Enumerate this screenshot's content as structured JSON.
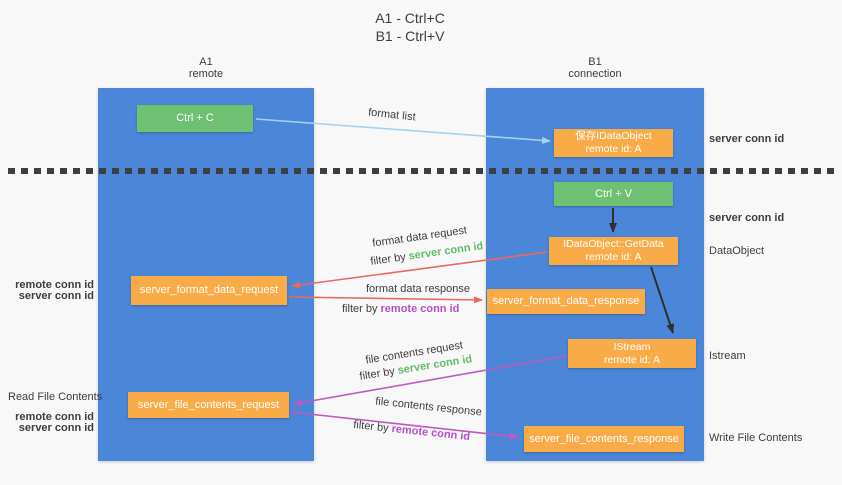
{
  "title": {
    "line1": "A1 - Ctrl+C",
    "line2": "B1 - Ctrl+V"
  },
  "columns": {
    "a": {
      "name": "A1",
      "role": "remote"
    },
    "b": {
      "name": "B1",
      "role": "connection"
    }
  },
  "nodes": {
    "ctrl_c": {
      "label": "Ctrl + C"
    },
    "save_idataobject": {
      "line1": "保存IDataObject",
      "line2": "remote id: A"
    },
    "ctrl_v": {
      "label": "Ctrl + V"
    },
    "getdata": {
      "line1": "IDataObject::GetData",
      "line2": "remote id: A"
    },
    "format_request": {
      "label": "server_format_data_request"
    },
    "format_response": {
      "label": "server_format_data_response"
    },
    "istream": {
      "line1": "IStream",
      "line2": "remote id: A"
    },
    "file_request": {
      "label": "server_file_contents_request"
    },
    "file_response": {
      "label": "server_file_contents_response"
    }
  },
  "flow_labels": {
    "format_list": "format list",
    "format_data_request": "format data request",
    "format_data_request_filter": {
      "prefix": "filter by ",
      "id": "server conn id"
    },
    "format_data_response": "format data response",
    "format_data_response_filter": {
      "prefix": "filter by ",
      "id": "remote conn id"
    },
    "file_contents_request": "file contents request",
    "file_contents_request_filter": {
      "prefix": "filter by ",
      "id": "server conn id"
    },
    "file_contents_response": "file contents response",
    "file_contents_response_filter": {
      "prefix": "filter by ",
      "id": "remote conn id"
    }
  },
  "side_labels": {
    "left": {
      "format_remote_conn_id": "remote conn id",
      "format_server_conn_id": "server conn id",
      "read_file_contents": "Read File Contents",
      "file_remote_conn_id": "remote conn id",
      "file_server_conn_id": "server conn id"
    },
    "right": {
      "server_conn_id_top": "server conn id",
      "server_conn_id_mid": "server conn id",
      "dataobject": "DataObject",
      "istream": "Istream",
      "write_file_contents": "Write File Contents"
    }
  },
  "colors": {
    "column_blue": "#4b86d8",
    "box_green": "#6fc073",
    "box_orange": "#f8ab47",
    "arrow_blue": "#a6d2f0",
    "arrow_black": "#2f2f2f",
    "arrow_red": "#e86a5e",
    "arrow_magenta": "#c158c1",
    "text_green": "#63bb66",
    "text_purple": "#b44fc8",
    "text_dark": "#3d3d3d",
    "dotted_line": "#3e3e3e"
  }
}
